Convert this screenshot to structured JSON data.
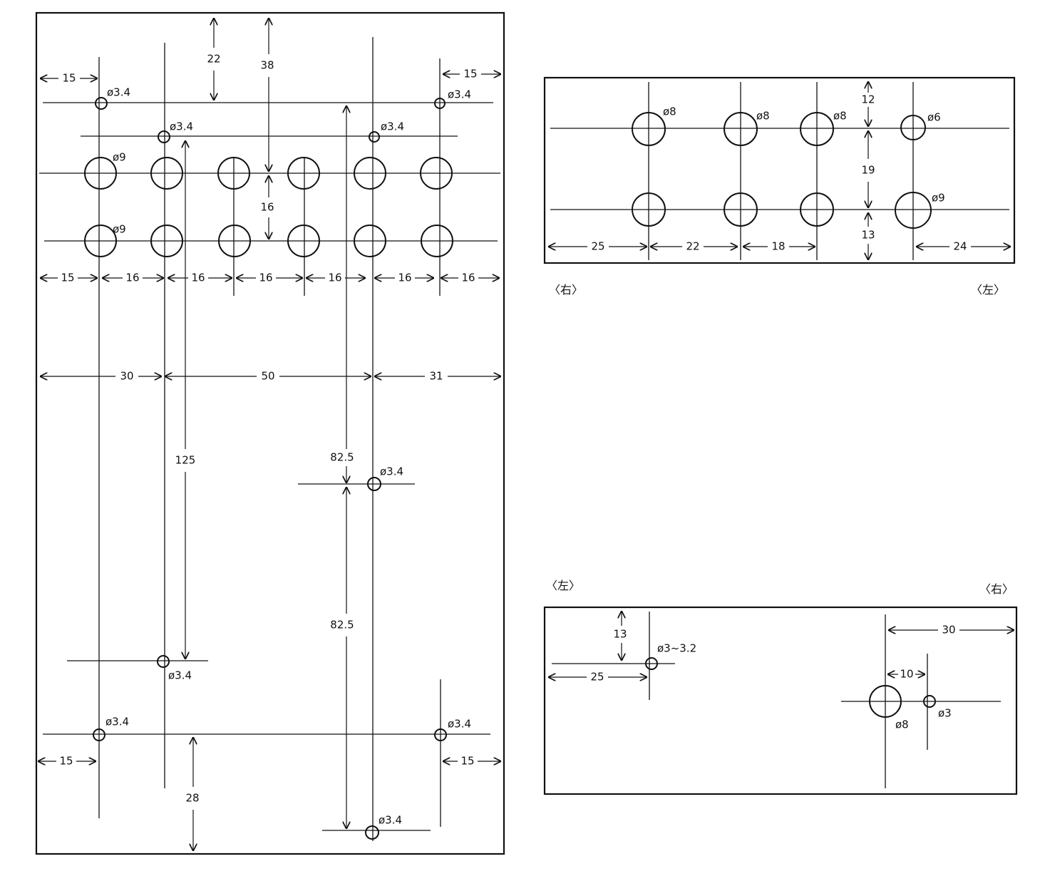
{
  "colors": {
    "ink": "#111111",
    "paper": "#ffffff"
  },
  "panels": [
    {
      "id": "main-panel",
      "holes": [
        {
          "label": "ø3.4"
        },
        {
          "label": "ø3.4"
        },
        {
          "label": "ø3.4"
        },
        {
          "label": "ø3.4"
        },
        {
          "label": "ø9"
        },
        {
          "label": ""
        },
        {
          "label": ""
        },
        {
          "label": ""
        },
        {
          "label": ""
        },
        {
          "label": ""
        },
        {
          "label": "ø9"
        },
        {
          "label": ""
        },
        {
          "label": ""
        },
        {
          "label": ""
        },
        {
          "label": ""
        },
        {
          "label": ""
        },
        {
          "label": "ø3.4"
        },
        {
          "label": "ø3.4"
        },
        {
          "label": "ø3.4"
        },
        {
          "label": "ø3.4"
        },
        {
          "label": "ø3.4"
        }
      ],
      "dimensions": [
        {
          "value": "22"
        },
        {
          "value": "38"
        },
        {
          "value": "15"
        },
        {
          "value": "15"
        },
        {
          "value": "16"
        },
        {
          "value": "15"
        },
        {
          "value": "16"
        },
        {
          "value": "16"
        },
        {
          "value": "16"
        },
        {
          "value": "16"
        },
        {
          "value": "16"
        },
        {
          "value": "16"
        },
        {
          "value": "30"
        },
        {
          "value": "50"
        },
        {
          "value": "31"
        },
        {
          "value": "125"
        },
        {
          "value": "82.5"
        },
        {
          "value": "82.5"
        },
        {
          "value": "15"
        },
        {
          "value": "15"
        },
        {
          "value": "28"
        }
      ]
    },
    {
      "id": "top-right-panel",
      "corner_labels": {
        "left": "〈右〉",
        "right": "〈左〉"
      },
      "holes": [
        {
          "label": "ø8"
        },
        {
          "label": "ø8"
        },
        {
          "label": "ø8"
        },
        {
          "label": "ø6"
        },
        {
          "label": ""
        },
        {
          "label": ""
        },
        {
          "label": ""
        },
        {
          "label": "ø9"
        }
      ],
      "dimensions": [
        {
          "value": "12"
        },
        {
          "value": "19"
        },
        {
          "value": "13"
        },
        {
          "value": "25"
        },
        {
          "value": "22"
        },
        {
          "value": "18"
        },
        {
          "value": "24"
        }
      ]
    },
    {
      "id": "bottom-right-panel",
      "corner_labels": {
        "left": "〈左〉",
        "right": "〈右〉"
      },
      "holes": [
        {
          "label": "ø3~3.2"
        },
        {
          "label": "ø8"
        },
        {
          "label": "ø3"
        }
      ],
      "dimensions": [
        {
          "value": "13"
        },
        {
          "value": "25"
        },
        {
          "value": "30"
        },
        {
          "value": "10"
        }
      ]
    }
  ]
}
